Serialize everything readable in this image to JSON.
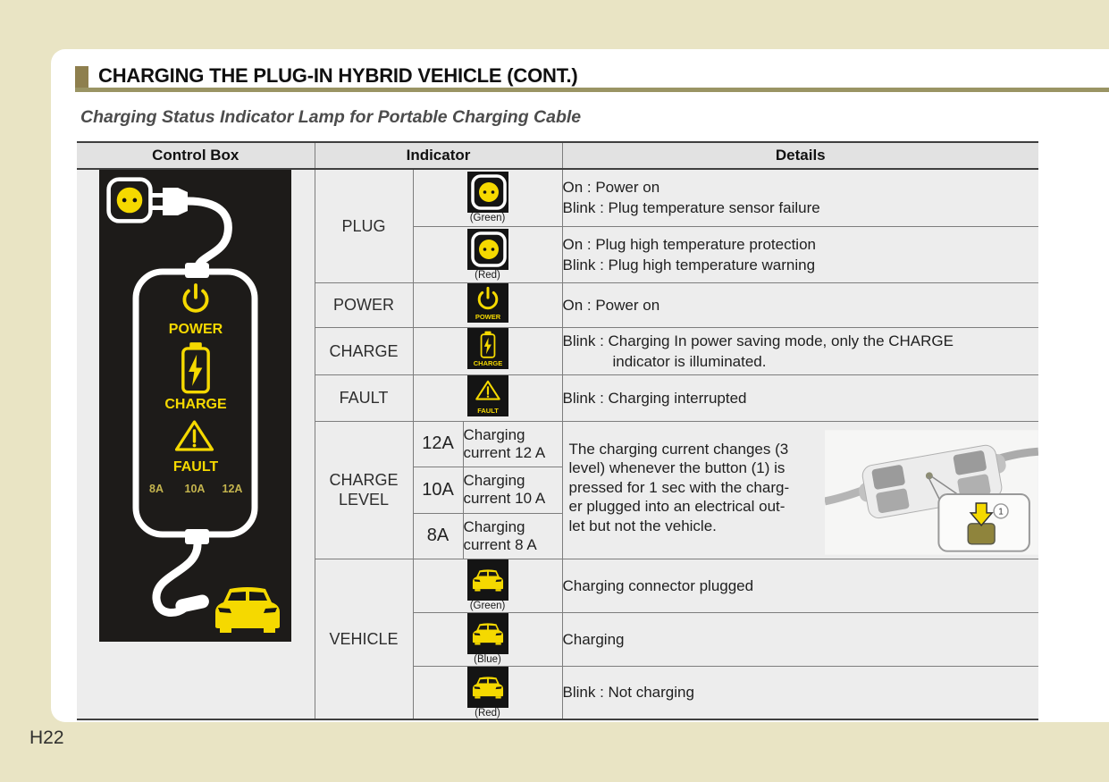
{
  "page": {
    "number": "H22",
    "title": "CHARGING THE PLUG-IN HYBRID VEHICLE (CONT.)",
    "subtitle": "Charging Status Indicator Lamp for Portable Charging Cable",
    "accent_color": "#8E7F4E",
    "underline_color": "#9A9464",
    "background_color": "#E9E4C4",
    "indicator_yellow": "#F5D900"
  },
  "table": {
    "header": {
      "control_box": "Control Box",
      "indicator": "Indicator",
      "details": "Details"
    },
    "plug": {
      "label": "PLUG",
      "green": {
        "color": "(Green)",
        "line1": "On : Power on",
        "line2": "Blink : Plug temperature sensor failure"
      },
      "red": {
        "color": "(Red)",
        "line1": "On : Plug high temperature protection",
        "line2": "Blink : Plug high temperature warning"
      }
    },
    "power": {
      "label": "POWER",
      "icon_text": "POWER",
      "details": "On : Power on"
    },
    "charge": {
      "label": "CHARGE",
      "icon_text": "CHARGE",
      "details_line1": "Blink : Charging In power saving mode, only the CHARGE",
      "details_line2": "indicator is illuminated."
    },
    "fault": {
      "label": "FAULT",
      "icon_text": "FAULT",
      "details": "Blink : Charging interrupted"
    },
    "charge_level": {
      "label_line1": "CHARGE",
      "label_line2": "LEVEL",
      "rows": [
        {
          "amp": "12A",
          "desc_line1": "Charging",
          "desc_line2": "current 12 A"
        },
        {
          "amp": "10A",
          "desc_line1": "Charging",
          "desc_line2": "current 10 A"
        },
        {
          "amp": "8A",
          "desc_line1": "Charging",
          "desc_line2": "current 8 A"
        }
      ],
      "details_lines": [
        "The charging current changes (3",
        "level) whenever the button (1) is",
        "pressed for 1 sec with the charg-",
        "er plugged into an electrical out-",
        "let but not the vehicle."
      ],
      "callout_number": "1"
    },
    "vehicle": {
      "label": "VEHICLE",
      "rows": [
        {
          "color": "(Green)",
          "details": "Charging connector plugged"
        },
        {
          "color": "(Blue)",
          "details": "Charging"
        },
        {
          "color": "(Red)",
          "details": "Blink : Not charging"
        }
      ]
    },
    "control_box_graphic": {
      "power": "POWER",
      "charge": "CHARGE",
      "fault": "FAULT",
      "amps": [
        "8A",
        "10A",
        "12A"
      ]
    }
  }
}
